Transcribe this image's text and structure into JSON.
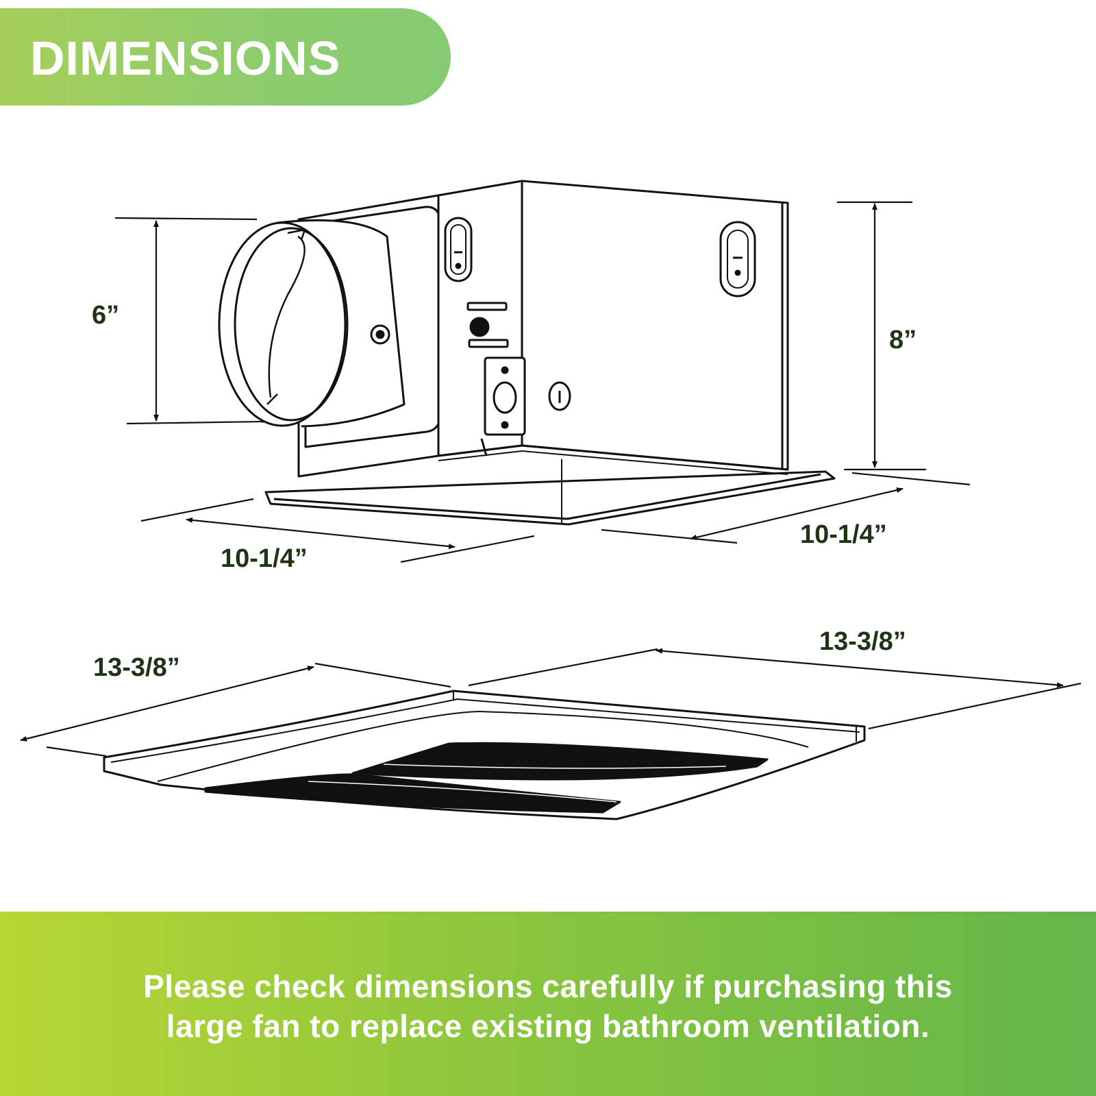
{
  "header": {
    "title": "DIMENSIONS"
  },
  "dimensions": {
    "inlet_diameter": "6”",
    "housing_height": "8”",
    "housing_width": "10-1/4”",
    "housing_depth": "10-1/4”",
    "grille_width": "13-3/8”",
    "grille_depth": "13-3/8”"
  },
  "footer": {
    "line1": "Please check dimensions carefully if purchasing this",
    "line2": "large fan to replace existing bathroom ventilation."
  }
}
